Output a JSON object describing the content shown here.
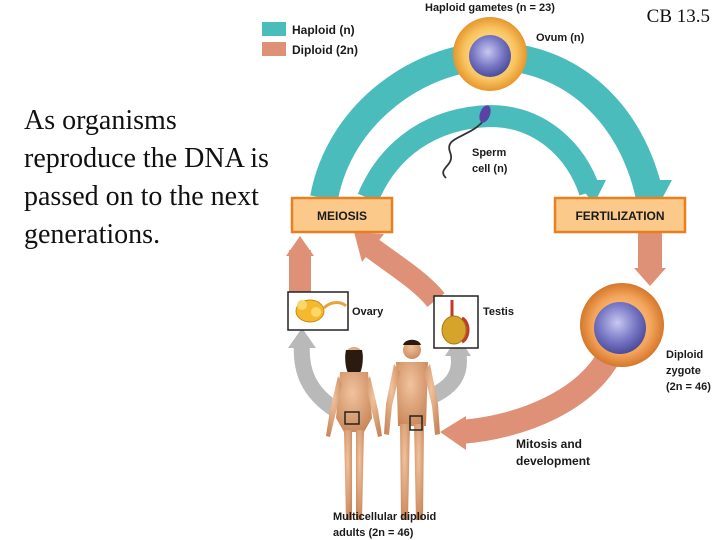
{
  "slide": {
    "body_text": "As organisms reproduce the DNA is passed on to the next generations.",
    "slide_number": "CB 13.5"
  },
  "legend": {
    "haploid": "Haploid (n)",
    "diploid": "Diploid (2n)"
  },
  "colors": {
    "haploid": "#4bbcbc",
    "diploid": "#de9176",
    "box_fill": "#fbc98a",
    "box_border": "#e8801f",
    "gray_arrow": "#b9b9b9"
  },
  "diagram": {
    "haploid_gametes": "Haploid gametes (n = 23)",
    "ovum": "Ovum (n)",
    "sperm_line1": "Sperm",
    "sperm_line2": "cell (n)",
    "meiosis": "MEIOSIS",
    "fertilization": "FERTILIZATION",
    "ovary": "Ovary",
    "testis": "Testis",
    "zygote_line1": "Diploid",
    "zygote_line2": "zygote",
    "zygote_line3": "(2n = 46)",
    "mitosis_line1": "Mitosis and",
    "mitosis_line2": "development",
    "adults_line1": "Multicellular diploid",
    "adults_line2": "adults (2n = 46)"
  }
}
